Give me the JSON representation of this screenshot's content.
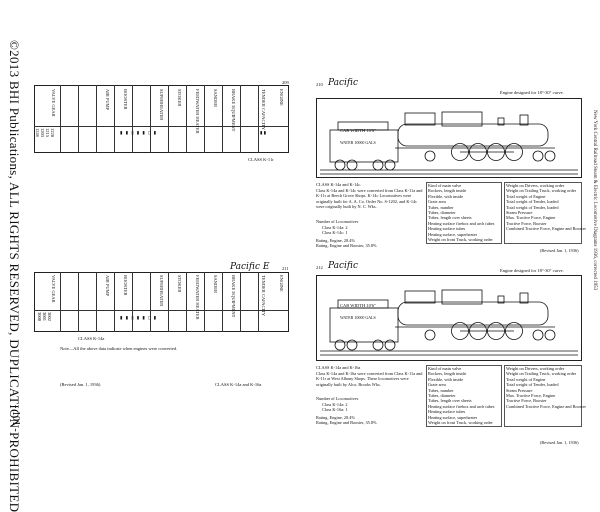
{
  "copyright": "©2013 BHI Publications, ALL RIGHTS RESERVED, DUPLICATION PROHIBITED",
  "page_number": "- 101 -",
  "side_title": "New York Central Railroad  Steam & Electric Locomotive Diagrams 1936, corrected 1953",
  "left_upper": {
    "page_no": "209",
    "class_label": "CLASS K-11r",
    "columns": [
      "TENDER CAPACITY",
      "AIR PUMP",
      "VALVE GEAR",
      "BOOSTER",
      "SUPERHEATER",
      "STOKER",
      "FEEDWATER HEATER",
      "SANDER",
      "BRAKE EQUIPMENT",
      "ENGINE"
    ],
    "rows": [
      "1203",
      "1215",
      "1228",
      "1246"
    ]
  },
  "left_lower": {
    "page_no": "211",
    "handwritten": "Pacific E",
    "class_label": "CLASS K-14a",
    "class_label_right": "CLASS K-14a and K-16a",
    "footnote": "Note—All the above data indicate when engines were converted.",
    "revised": "(Revised Jan. 1, 1936)",
    "columns": [
      "TENDER CAPACITY",
      "AIR PUMP",
      "VALVE GEAR",
      "BOOSTER",
      "SUPERHEATER",
      "STOKER",
      "FEEDWATER HEATER",
      "SANDER",
      "BRAKE EQUIPMENT",
      "ENGINE"
    ],
    "rows": [
      "3000",
      "3001",
      "3002"
    ]
  },
  "diagram_top": {
    "page_no": "210",
    "handwritten": "Pacific",
    "note": "Engine designed for 18°-30° curve.",
    "cab_label": "CAB WIDTH 10'6\"",
    "tender_label": "WATER 10000 GALS",
    "classes": "CLASS K-14a and K-14c.",
    "description": "Class K-14a and K-14c were converted from Class K-11a and K-11r at Beech Grove Shops. K-14c Locomotives were originally built for A. A. Co. Order No. S-1202, and K-14c were originally built by N. C. Wks.",
    "number_label": "Number of Locomotives",
    "counts": [
      "Class K-14a: 2",
      "Class K-14c: 1"
    ],
    "rating": "Rating, Engine, 28.4%",
    "rating2": "Rating, Engine and Booster, 35.8%",
    "specs_left": [
      "Kind of main valve",
      "Rockers, length inside",
      "Flexible, with inside",
      "Grate area",
      "Tubes, number",
      "Tubes, diameter",
      "Tubes, length over sheets",
      "Heating surface firebox and arch tubes",
      "Heating surface tubes",
      "Heating surface, superheater",
      "Weight on front Truck, working order"
    ],
    "specs_right": [
      "Weight on Drivers, working order",
      "Weight on Trailing Truck, working order",
      "Total weight of Engine",
      "Total weight of Tender, loaded",
      "Total weight of Tender, loaded",
      "Steam Pressure",
      "Max. Tractive Force, Engine",
      "Tractive Force, Booster",
      "Combined Tractive Force, Engine and Booster"
    ],
    "revised": "(Revised Jan. 1, 1936)"
  },
  "diagram_bottom": {
    "page_no": "212",
    "handwritten": "Pacific",
    "note": "Engine designed for 18°-30° curve.",
    "cab_label": "CAB WIDTH 10'6\"",
    "tender_label": "WATER 10000 GALS",
    "classes": "CLASS K-14a and K-16a",
    "description": "Class K-14a and K-16a were converted from Class K-11a and K-11r at West Albany Shops. These locomotives were originally built by Alco, Brooks Wks.",
    "number_label": "Number of Locomotives",
    "counts": [
      "Class K-14a: 2",
      "Class K-16a: 1"
    ],
    "rating": "Rating, Engine, 28.4%",
    "rating2": "Rating, Engine and Booster, 35.8%",
    "specs_left": [
      "Kind of main valve",
      "Rockers, length inside",
      "Flexible, with inside",
      "Grate area",
      "Tubes, number",
      "Tubes, diameter",
      "Tubes, length over sheets",
      "Heating surface firebox and arch tubes",
      "Heating surface tubes",
      "Heating surface, superheater",
      "Weight on front Truck, working order"
    ],
    "specs_right": [
      "Weight on Drivers, working order",
      "Weight on Trailing Truck, working order",
      "Total weight of Engine",
      "Total weight of Tender, loaded",
      "Steam Pressure",
      "Max. Tractive Force, Engine",
      "Tractive Force, Booster",
      "Combined Tractive Force, Engine and Booster"
    ],
    "revised": "(Revised Jan. 1, 1936)"
  }
}
